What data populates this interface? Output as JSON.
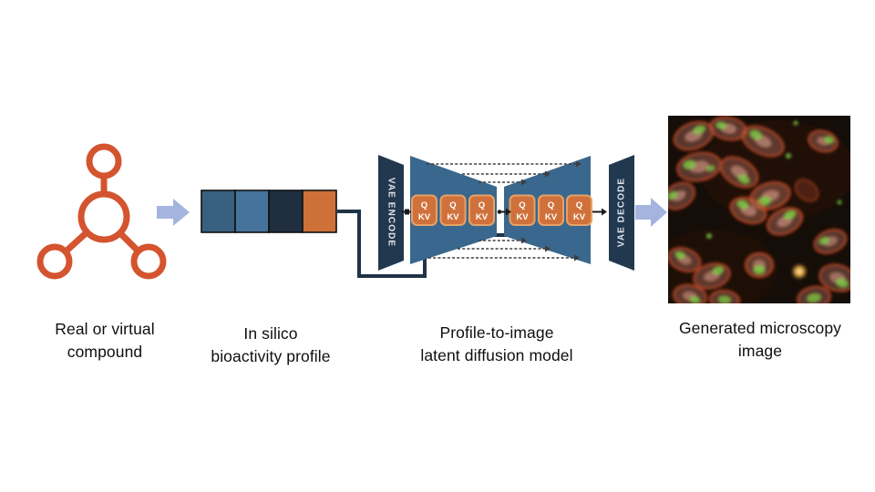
{
  "palette": {
    "arrow_blue": "#a4b4de",
    "molecule_orange": "#d3542e",
    "profile_colors": [
      "#3a6080",
      "#45739c",
      "#1f2f40",
      "#cd7138"
    ],
    "unet_blue": "#3a678d",
    "vae_navy": "#22384f",
    "qkv_orange": "#d0713c",
    "qkv_border": "#e5a267",
    "connector_navy": "#1f3347",
    "skip_arrow_gray": "#3d3d3d",
    "caption_black": "#0f0f0f"
  },
  "captions": {
    "compound": {
      "line1": "Real or virtual",
      "line2": "compound"
    },
    "profile": {
      "line1": "In silico",
      "line2": "bioactivity profile"
    },
    "model": {
      "line1": "Profile-to-image",
      "line2": "latent diffusion model"
    },
    "output": {
      "line1": "Generated microscopy",
      "line2": "image"
    }
  },
  "model": {
    "vae_encode_label": "VAE ENCODE",
    "vae_decode_label": "VAE DECODE",
    "qkv": {
      "q": "Q",
      "kv": "KV"
    }
  }
}
